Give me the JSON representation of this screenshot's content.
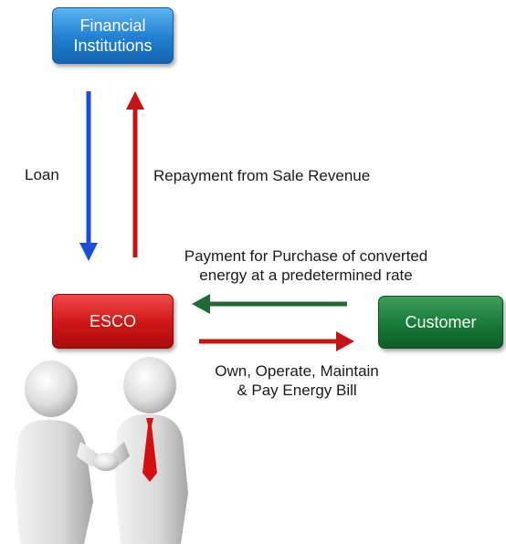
{
  "nodes": {
    "financial": {
      "line1": "Financial",
      "line2": "Institutions",
      "color": "#1f7fd0"
    },
    "esco": {
      "label": "ESCO",
      "color": "#d01515"
    },
    "customer": {
      "label": "Customer",
      "color": "#177a36"
    }
  },
  "edges": {
    "loan": {
      "label": "Loan",
      "color": "#1c4fd8"
    },
    "repayment": {
      "label": "Repayment from Sale Revenue",
      "color": "#c41414"
    },
    "payment": {
      "line1": "Payment for Purchase of converted",
      "line2": "energy at a predetermined rate",
      "color": "#1f6b35"
    },
    "service": {
      "line1": "Own, Operate, Maintain",
      "line2": "& Pay Energy Bill",
      "color": "#c41414"
    }
  },
  "illustration": {
    "icon": "handshake-people-icon",
    "tie_color": "#d41010"
  }
}
